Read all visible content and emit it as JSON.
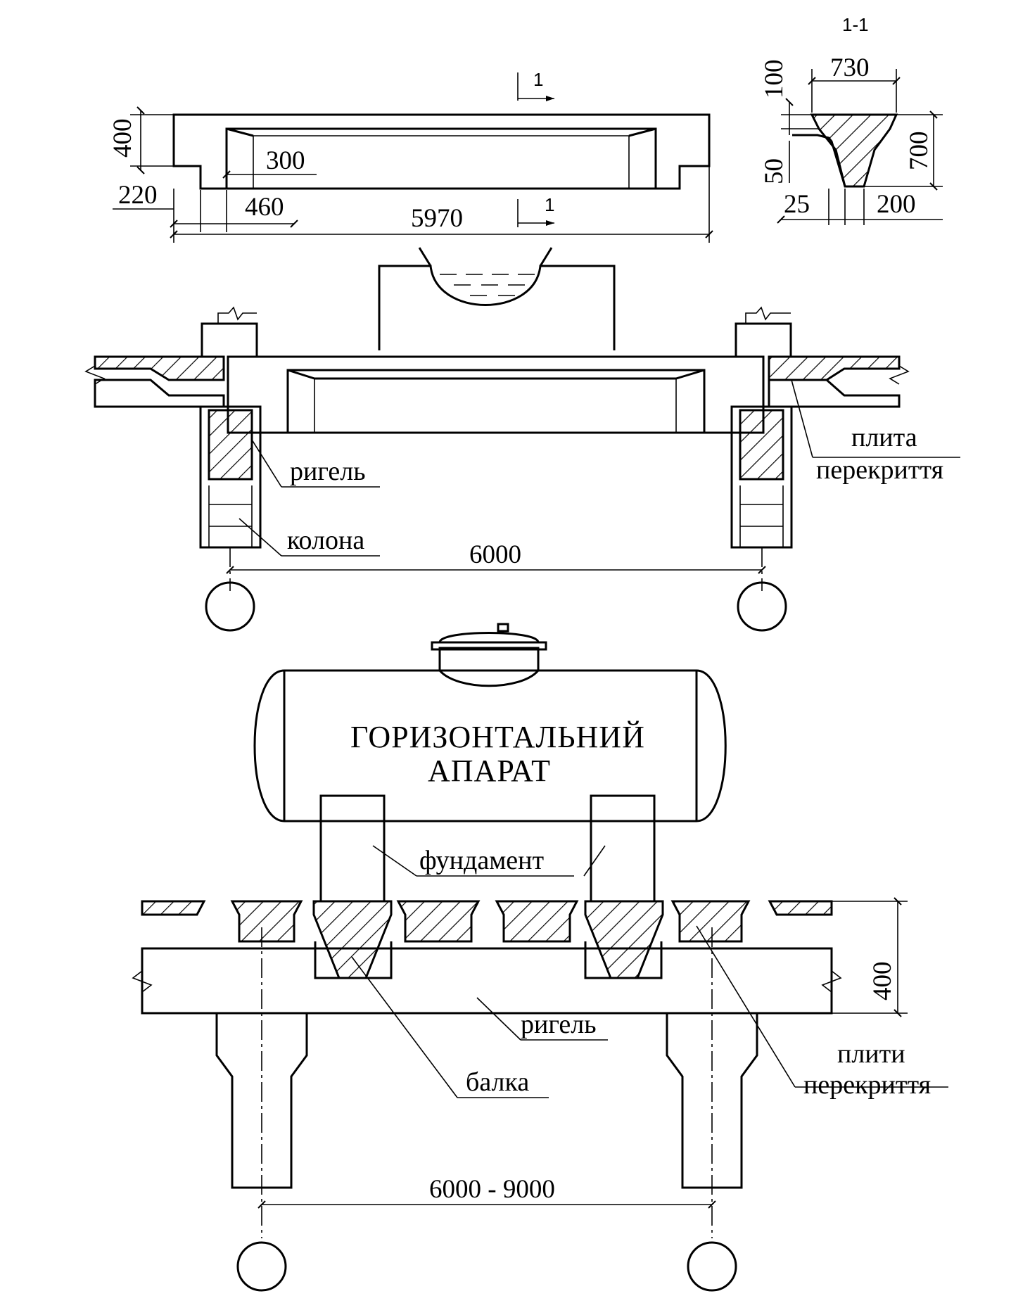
{
  "section_title": "1-1",
  "section_marks": {
    "top": "1",
    "bottom": "1"
  },
  "beam_elevation": {
    "dims": {
      "height": "400",
      "support_height": "220",
      "inner_offset": "300",
      "end_width": "460",
      "length": "5970"
    }
  },
  "beam_section": {
    "dims": {
      "top_width": "730",
      "flange": "100",
      "height": "700",
      "ledge": "50",
      "ledge_width": "25",
      "bottom_width": "200"
    }
  },
  "upper_assembly": {
    "labels": {
      "slab": [
        "плита",
        "перекриття"
      ],
      "girder": "ригель",
      "column": "колона"
    },
    "span": "6000"
  },
  "lower_assembly": {
    "vessel": [
      "ГОРИЗОНТАЛЬНИЙ",
      "АПАРАТ"
    ],
    "labels": {
      "foundation": "фундамент",
      "girder": "ригель",
      "beam": "балка",
      "slabs": [
        "плити",
        "перекриття"
      ]
    },
    "depth": "400",
    "span": "6000 - 9000"
  }
}
